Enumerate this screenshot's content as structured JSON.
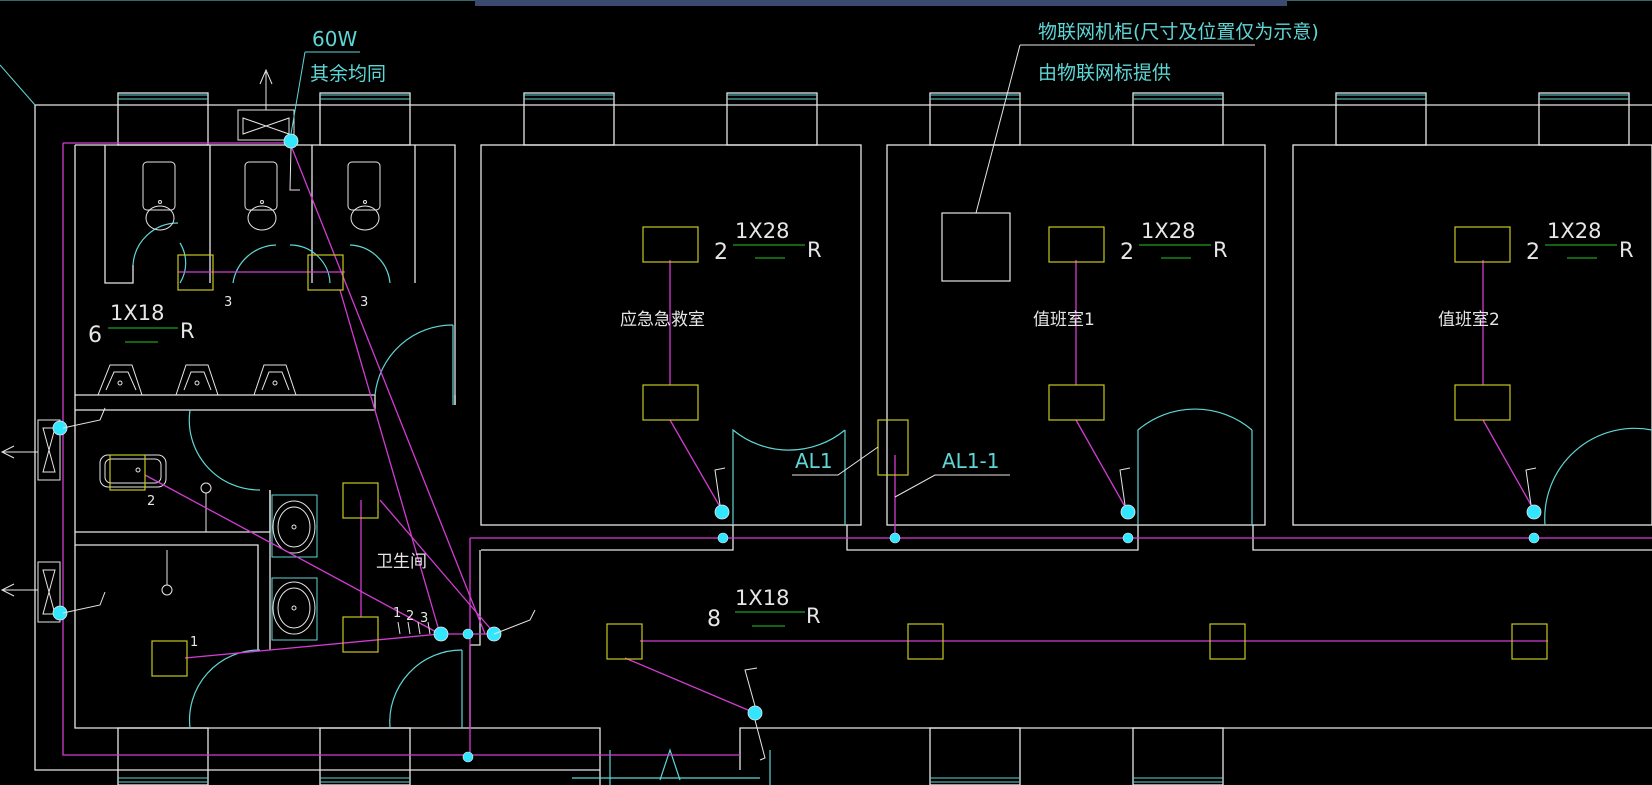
{
  "colors": {
    "background": "#000000",
    "wall": "#e6e6e6",
    "cyan": "#5fd6d6",
    "magenta": "#d23cd2",
    "yellow": "#c8c81e",
    "green": "#1ea01e",
    "node": "#32e6ff"
  },
  "annotations": {
    "fan_power": "60W",
    "fan_note": "其余均同",
    "iot_cabinet_line1": "物联网机柜(尺寸及位置仅为示意)",
    "iot_cabinet_line2": "由物联网标提供",
    "panel_al1": "AL1",
    "panel_al1_1": "AL1-1"
  },
  "rooms": {
    "emergency": "应急急救室",
    "duty1": "值班室1",
    "duty2": "值班室2",
    "restroom": "卫生间"
  },
  "fixture_labels": {
    "office_count": "2",
    "office_spec": "1X28",
    "office_suffix": "R",
    "toilet_count": "6",
    "toilet_spec": "1X18",
    "toilet_suffix": "R",
    "corridor_count": "8",
    "corridor_spec": "1X18",
    "corridor_suffix": "R"
  },
  "circuit_numbers": {
    "n1": "1",
    "n2": "2",
    "n3": "3",
    "stall_a": "3",
    "stall_b": "3",
    "shower": "2",
    "small_room": "1"
  }
}
